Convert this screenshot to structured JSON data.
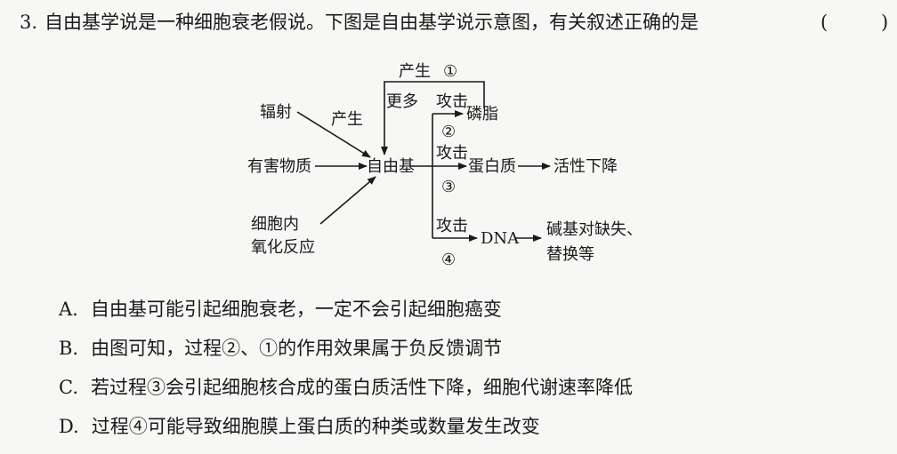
{
  "question": {
    "number": "3.",
    "stem": "自由基学说是一种细胞衰老假说。下图是自由基学说示意图，有关叙述正确的是",
    "paren_open": "(",
    "paren_close": ")"
  },
  "diagram": {
    "source_radiation": "辐射",
    "source_harmful": "有害物质",
    "source_reaction_line1": "细胞内",
    "source_reaction_line2": "氧化反应",
    "produce_label": "产生",
    "top_produce_label": "产生",
    "top_circle_1": "①",
    "more_label": "更多",
    "attack_label_2": "攻击",
    "circle_2": "②",
    "attack_label_3": "攻击",
    "circle_3": "③",
    "attack_label_4": "攻击",
    "circle_4": "④",
    "free_radical": "自由基",
    "phospholipid": "磷脂",
    "protein": "蛋白质",
    "activity_decrease": "活性下降",
    "dna": "DNA",
    "base_pair_loss_line1": "碱基对缺失、",
    "base_pair_loss_line2": "替换等"
  },
  "options": [
    {
      "letter": "A.",
      "text": "自由基可能引起细胞衰老，一定不会引起细胞癌变"
    },
    {
      "letter": "B.",
      "text": "由图可知，过程②、①的作用效果属于负反馈调节"
    },
    {
      "letter": "C.",
      "text": "若过程③会引起细胞核合成的蛋白质活性下降，细胞代谢速率降低"
    },
    {
      "letter": "D.",
      "text": "过程④可能导致细胞膜上蛋白质的种类或数量发生改变"
    }
  ]
}
